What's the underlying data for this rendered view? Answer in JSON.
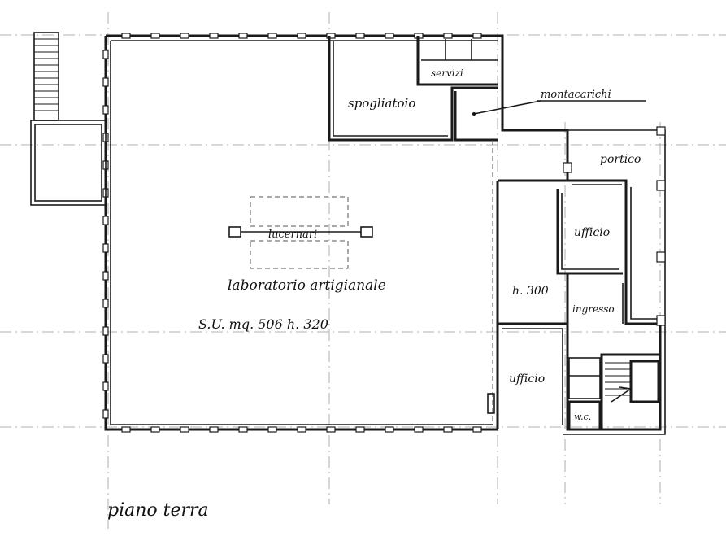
{
  "labels": {
    "spogliatoio": "spogliatoio",
    "servizi": "servizi",
    "montacarichi": "montacarichi",
    "portico": "portico",
    "lucernari": "lucernari",
    "ufficio_top": "ufficio",
    "ufficio_bottom": "ufficio",
    "laboratorio": "laboratorio artigianale",
    "h300": "h. 300",
    "ingresso": "ingresso",
    "su_line": "S.U. mq. 506 h. 320",
    "wc": "w.c.",
    "title": "piano terra"
  }
}
